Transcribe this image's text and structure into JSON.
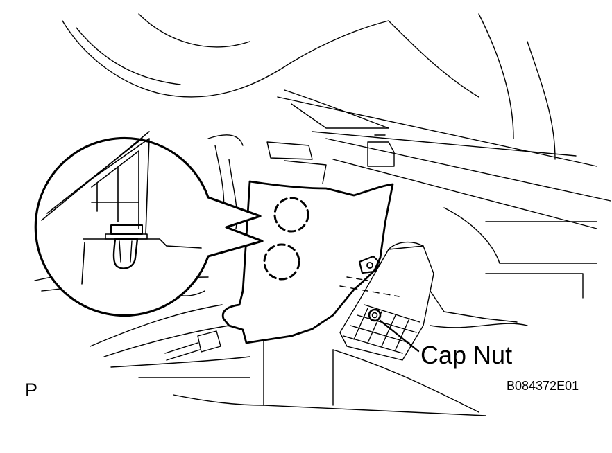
{
  "diagram": {
    "callout_label": "Cap Nut",
    "view_letter": "P",
    "figure_code": "B084372E01"
  },
  "colors": {
    "line": "#000000",
    "background": "#ffffff"
  },
  "icons": [
    "clip-icon",
    "cap-nut-icon",
    "clip-location-marker"
  ]
}
